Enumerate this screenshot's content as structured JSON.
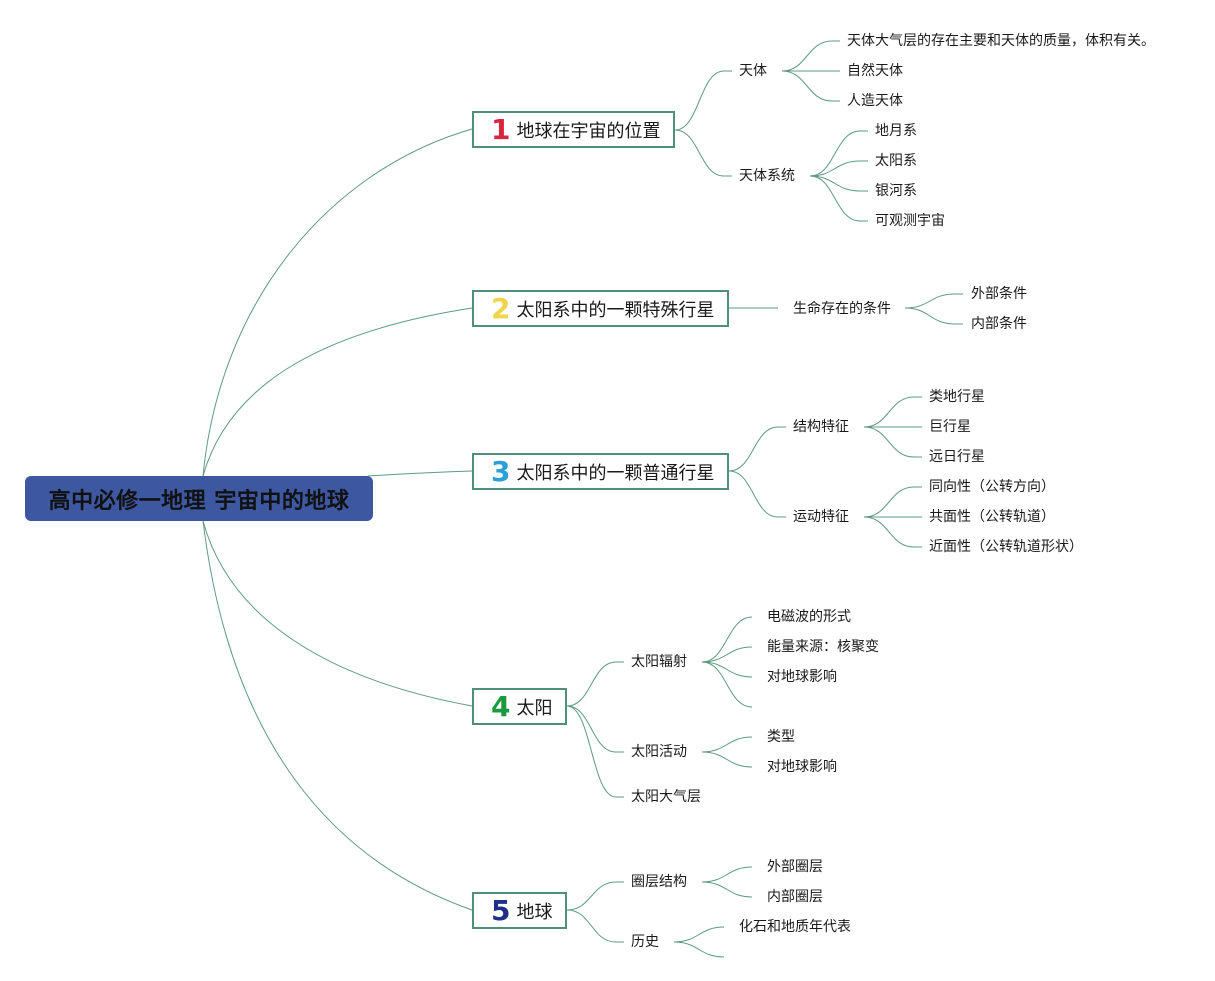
{
  "root": {
    "label": "高中必修一地理 宇宙中的地球"
  },
  "colors": {
    "root_bg": "#3d58a1",
    "line": "#5e9a82",
    "border": "#4f8f7b",
    "num1": "#d7263d",
    "num2": "#f0d44c",
    "num3": "#2a9fd8",
    "num4": "#1a9a3c",
    "num5": "#1f2f8a"
  },
  "topics": [
    {
      "num": "1",
      "label": "地球在宇宙的位置",
      "subs": [
        {
          "label": "天体",
          "leaves": [
            "天体大气层的存在主要和天体的质量，体积有关。",
            "自然天体",
            "人造天体"
          ]
        },
        {
          "label": "天体系统",
          "leaves": [
            "地月系",
            "太阳系",
            "银河系",
            "可观测宇宙"
          ]
        }
      ]
    },
    {
      "num": "2",
      "label": "太阳系中的一颗特殊行星",
      "subs": [
        {
          "label": "生命存在的条件",
          "leaves": [
            "外部条件",
            "内部条件"
          ]
        }
      ]
    },
    {
      "num": "3",
      "label": "太阳系中的一颗普通行星",
      "subs": [
        {
          "label": "结构特征",
          "leaves": [
            "类地行星",
            "巨行星",
            "远日行星"
          ]
        },
        {
          "label": "运动特征",
          "leaves": [
            "同向性（公转方向）",
            "共面性（公转轨道）",
            "近面性（公转轨道形状）"
          ]
        }
      ]
    },
    {
      "num": "4",
      "label": "太阳",
      "subs": [
        {
          "label": "太阳辐射",
          "leaves": [
            "电磁波的形式",
            "能量来源：核聚变",
            "对地球影响",
            ""
          ]
        },
        {
          "label": "太阳活动",
          "leaves": [
            "类型",
            "对地球影响"
          ]
        },
        {
          "label": "太阳大气层",
          "leaves": []
        }
      ]
    },
    {
      "num": "5",
      "label": "地球",
      "subs": [
        {
          "label": "圈层结构",
          "leaves": [
            "外部圈层",
            "内部圈层"
          ]
        },
        {
          "label": "历史",
          "leaves": [
            "化石和地质年代表",
            ""
          ]
        }
      ]
    }
  ]
}
